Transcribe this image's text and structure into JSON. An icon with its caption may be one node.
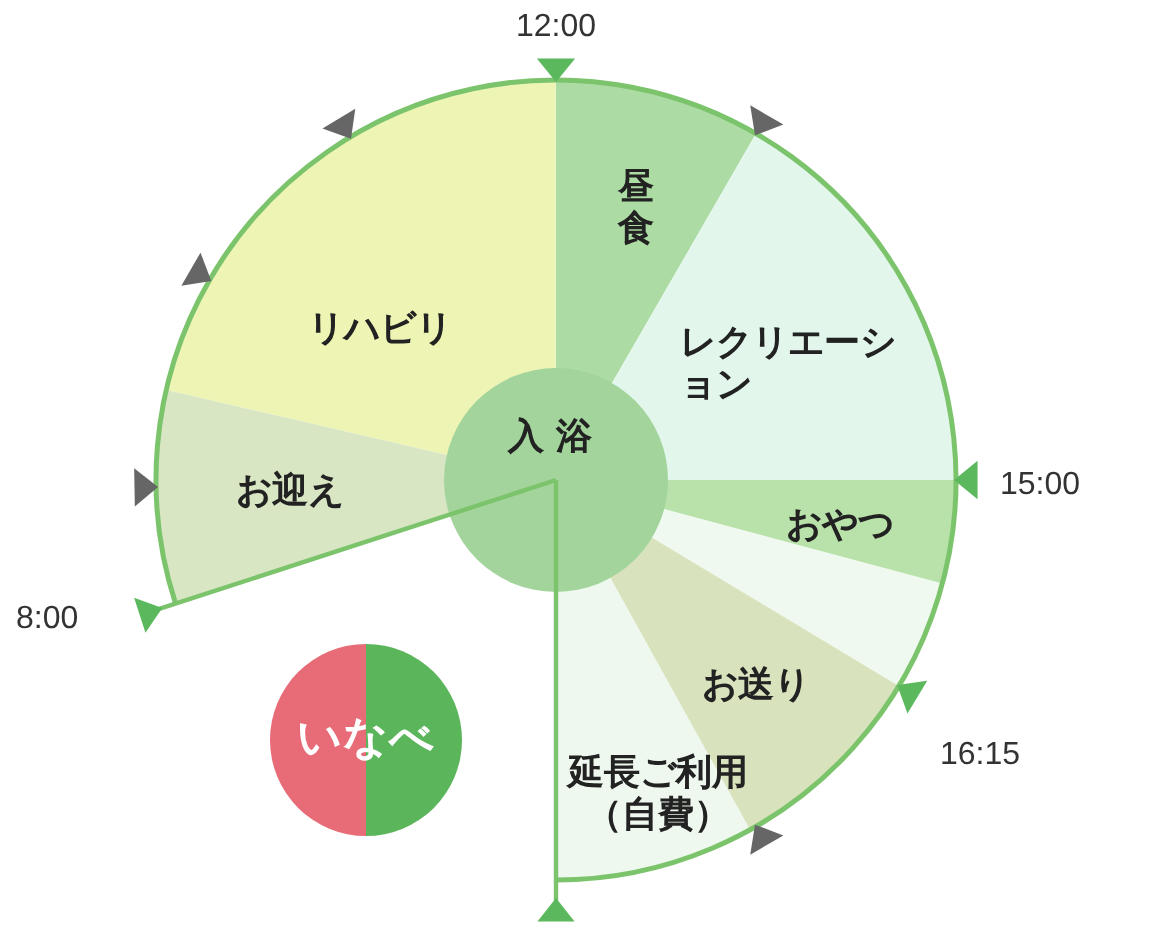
{
  "diagram": {
    "nodes": [
      {
        "text": [
          "リハビリ"
        ]
      },
      {
        "text": [
          "昼食"
        ]
      },
      {
        "text": [
          "レクリエーション"
        ]
      },
      {
        "text": [
          "お迎え"
        ]
      },
      {
        "text": [
          "入浴"
        ]
      },
      {
        "text": [
          "おやつ"
        ]
      },
      {
        "text": [
          "お送り"
        ]
      },
      {
        "text": [
          "延長ご利用（自費）"
        ]
      },
      {
        "text": [
          "いなべ"
        ]
      }
    ],
    "labels": [
      "12:00",
      "15:00",
      "8:00",
      "16:15"
    ]
  }
}
